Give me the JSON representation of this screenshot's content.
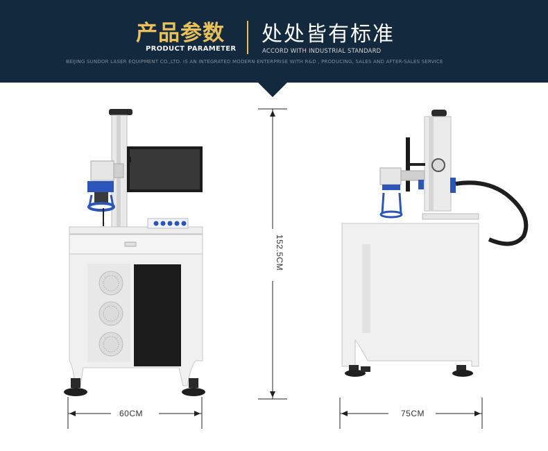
{
  "header": {
    "title_cn": "产品参数",
    "title_en": "PRODUCT PARAMETER",
    "subtitle_cn": "处处皆有标准",
    "subtitle_en": "ACCORD WITH INDUSTRIAL STANDARD",
    "company_line": "BEIJING SUNDOR LASER EQUIPMENT CO.,LTD. IS AN INTEGRATED MODERN ENTERPRISE WITH R&D , PRODUCING, SALES AND AFTER-SALES SERVICE"
  },
  "dimensions": {
    "width_label": "60CM",
    "depth_label": "75CM",
    "height_label": "152.5CM"
  },
  "colors": {
    "banner": "#13293d",
    "gold": "#e9c05a",
    "machine_white": "#f0f0f0",
    "accent_blue": "#2b55b8"
  }
}
